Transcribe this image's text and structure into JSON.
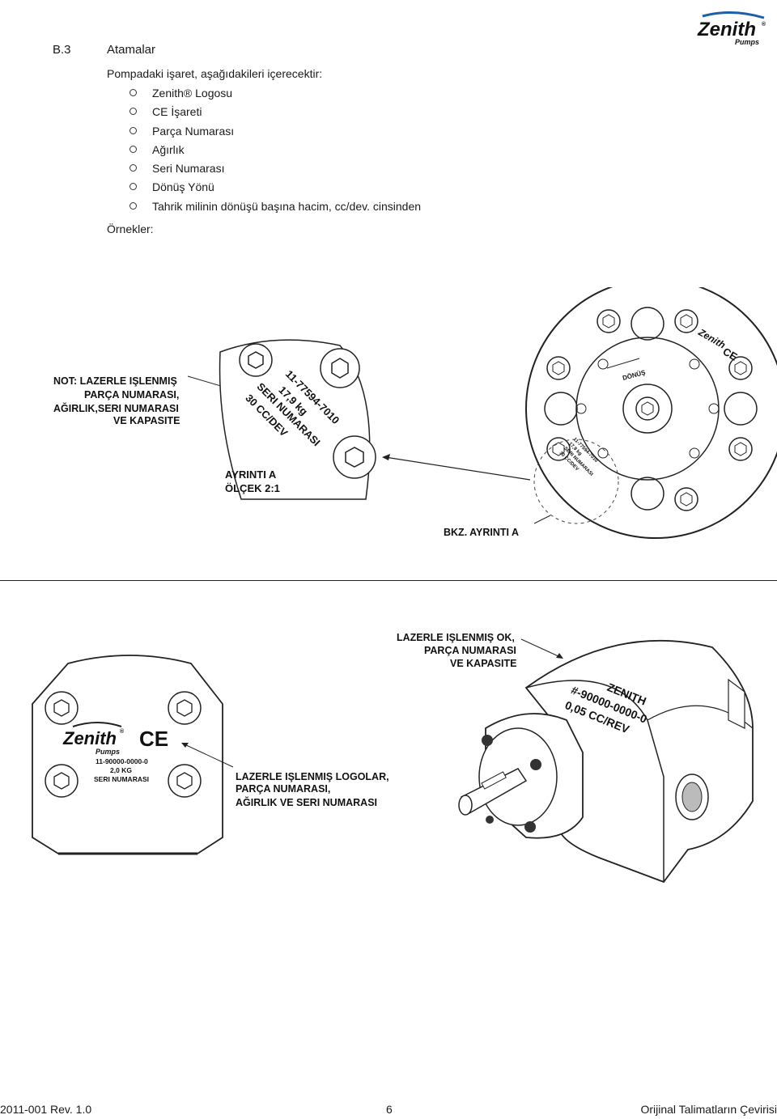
{
  "header": {
    "section_number": "B.3",
    "section_title": "Atamalar",
    "logo": {
      "brand": "Zenith",
      "registered": "®",
      "sub": "Pumps"
    }
  },
  "intro": "Pompadaki işaret, aşağıdakileri içerecektir:",
  "bullets": [
    "Zenith® Logosu",
    "CE İşareti",
    "Parça Numarası",
    "Ağırlık",
    "Seri Numarası",
    "Dönüş Yönü",
    "Tahrik milinin dönüşü başına hacim, cc/dev. cinsinden"
  ],
  "examples_label": "Örnekler:",
  "figure1": {
    "note_lines": [
      "NOT: LAZERLE IŞLENMIŞ",
      "PARÇA NUMARASI,",
      "AĞIRLIK,SERI NUMARASI",
      "VE KAPASITE"
    ],
    "detail_lines": [
      "11-77594-7010",
      "17,9 kg",
      "SERI NUMARASI",
      "30 CC/DEV"
    ],
    "detail_title": [
      "AYRINTI A",
      "ÖLÇEK 2:1"
    ],
    "see_detail": "BKZ. AYRINTI A",
    "rotation_label": "DÖNÜŞ",
    "small_marking": [
      "11-77594-7010",
      "17,9 kg",
      "SERI NUMARASI",
      "30 CC/DEV"
    ],
    "ce_mark": "CE"
  },
  "figure2": {
    "plate_logo": {
      "brand": "Zenith",
      "registered": "®",
      "sub": "Pumps"
    },
    "plate_ce": "CE",
    "plate_lines": [
      "11-90000-0000-0",
      "2,0 KG",
      "SERI NUMARASI"
    ],
    "callout_logos": [
      "LAZERLE IŞLENMIŞ LOGOLAR,",
      "PARÇA NUMARASI,",
      "AĞIRLIK VE SERI NUMARASI"
    ],
    "callout_arrow": [
      "LAZERLE IŞLENMIŞ OK,",
      "PARÇA NUMARASI",
      "VE KAPASITE"
    ],
    "pump_marking": [
      "ZENITH",
      "#-90000-0000-0",
      "0,05  CC/REV"
    ]
  },
  "footer": {
    "revision": "2011-001 Rev. 1.0",
    "page": "6",
    "doc_title": "Orijinal Talimatların Çevirisi"
  }
}
